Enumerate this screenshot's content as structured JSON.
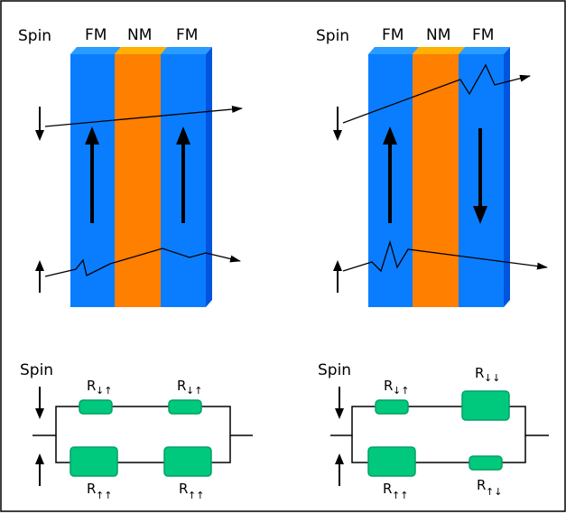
{
  "labels": {
    "spin": "Spin",
    "fm": "FM",
    "nm": "NM"
  },
  "panels": [
    {
      "side": "left",
      "configuration": "parallel",
      "magnetization": [
        "up",
        "up"
      ],
      "resistors": {
        "top": [
          {
            "label": "R",
            "sub": "↓↑",
            "size": "small"
          },
          {
            "label": "R",
            "sub": "↓↑",
            "size": "small"
          }
        ],
        "bottom": [
          {
            "label": "R",
            "sub": "↑↑",
            "size": "large"
          },
          {
            "label": "R",
            "sub": "↑↑",
            "size": "large"
          }
        ]
      }
    },
    {
      "side": "right",
      "configuration": "antiparallel",
      "magnetization": [
        "up",
        "down"
      ],
      "resistors": {
        "top": [
          {
            "label": "R",
            "sub": "↓↑",
            "size": "small"
          },
          {
            "label": "R",
            "sub": "↓↓",
            "size": "large"
          }
        ],
        "bottom": [
          {
            "label": "R",
            "sub": "↑↑",
            "size": "large"
          },
          {
            "label": "R",
            "sub": "↑↓",
            "size": "small"
          }
        ]
      }
    }
  ],
  "colors": {
    "fm_front": "#0a7dff",
    "fm_side": "#0054dd",
    "fm_top": "#2a9cff",
    "nm_front": "#ff7f00",
    "nm_top": "#ffb000",
    "resistor_fill": "#00c97e",
    "resistor_dark": "#00a063"
  }
}
